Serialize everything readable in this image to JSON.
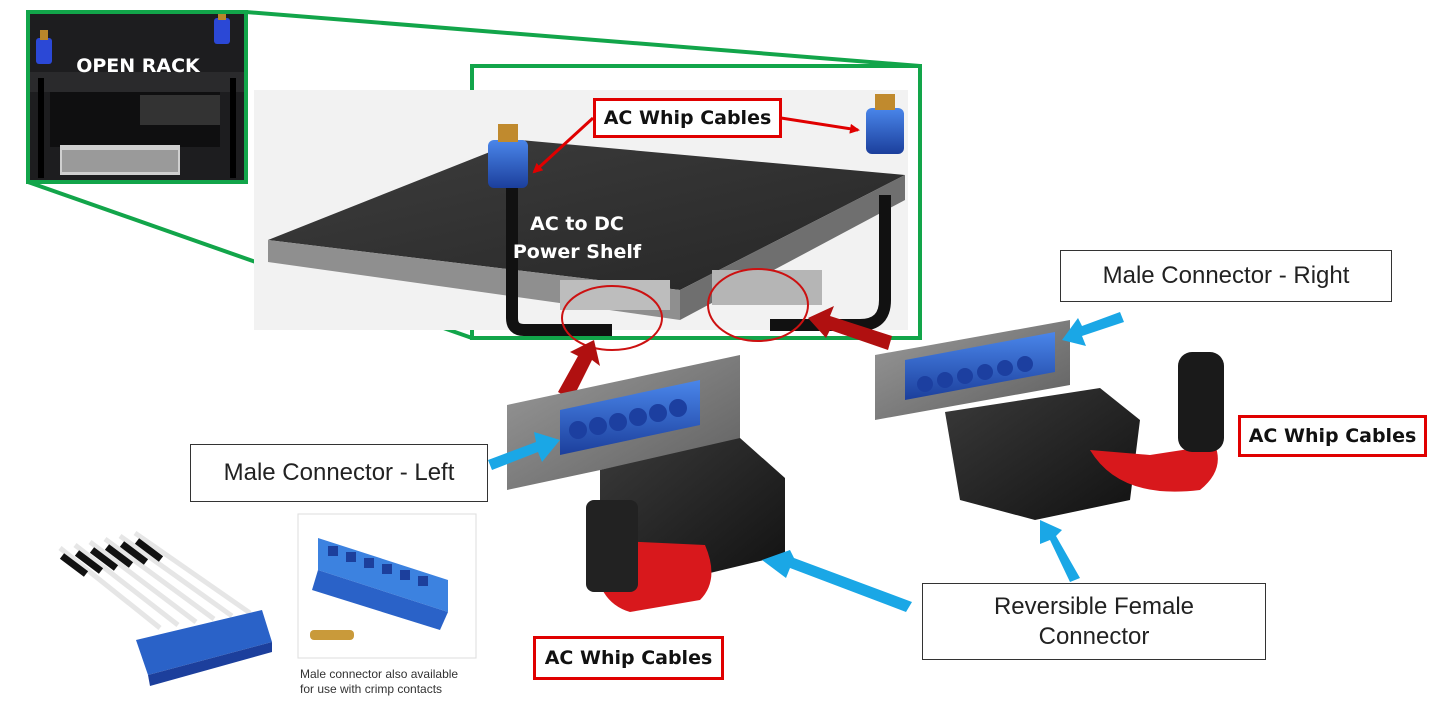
{
  "labels": {
    "open_rack": "OPEN RACK",
    "power_shelf_line1": "AC to DC",
    "power_shelf_line2": "Power Shelf",
    "whip_top": "AC Whip Cables",
    "whip_right": "AC Whip Cables",
    "whip_bottom": "AC Whip Cables",
    "male_right": "Male Connector - Right",
    "male_left": "Male Connector - Left",
    "female_line1": "Reversible Female",
    "female_line2": "Connector",
    "caption_line1": "Male connector also available",
    "caption_line2": "for use with crimp contacts"
  },
  "colors": {
    "zoom_outline": "#12a54a",
    "callout_red": "#e00000",
    "arrow_blue": "#1aa7e6",
    "arrow_darkred": "#b01010",
    "connector_blue": "#2a62c8",
    "cable_red": "#d8181c"
  }
}
